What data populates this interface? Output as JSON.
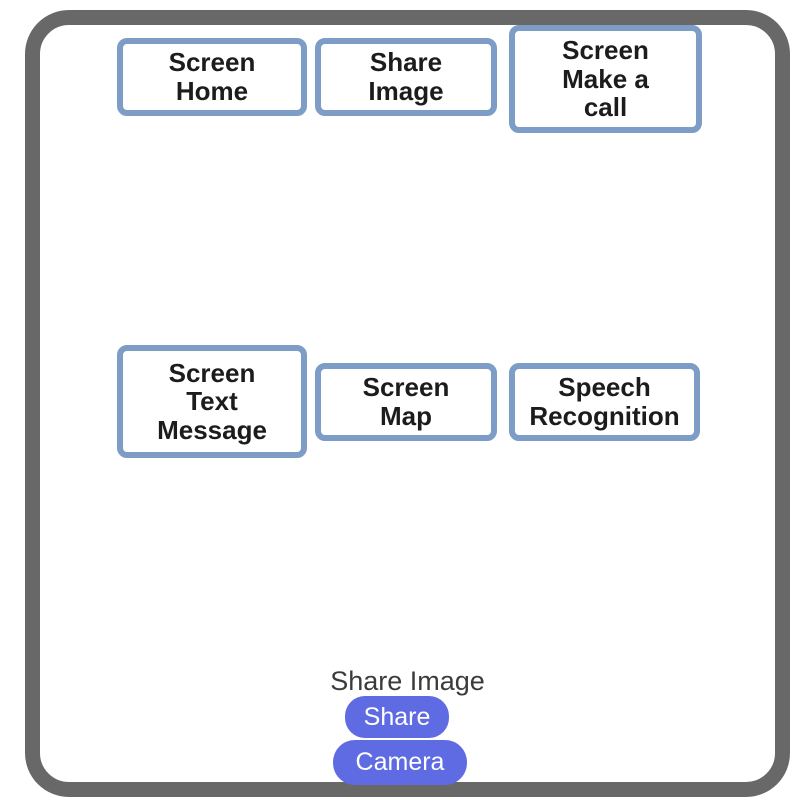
{
  "screen_buttons": [
    {
      "lines": [
        "Screen",
        "Home"
      ]
    },
    {
      "lines": [
        "Share",
        "Image"
      ]
    },
    {
      "lines": [
        "Screen",
        "Make a",
        "call"
      ]
    },
    {
      "lines": [
        "Screen",
        "Text",
        "Message"
      ]
    },
    {
      "lines": [
        "Screen",
        "Map"
      ]
    },
    {
      "lines": [
        "Speech",
        "Recognition"
      ]
    }
  ],
  "share_section": {
    "label": "Share Image",
    "share_button": "Share",
    "camera_button": "Camera"
  },
  "colors": {
    "frame_gray": "#686868",
    "nav_button_border_blue": "#7d9cc6",
    "nav_button_text": "#1c1c1c",
    "pill_blue": "#5f6be2",
    "pill_text": "#ffffff",
    "share_label_text": "#3b3b3b"
  }
}
